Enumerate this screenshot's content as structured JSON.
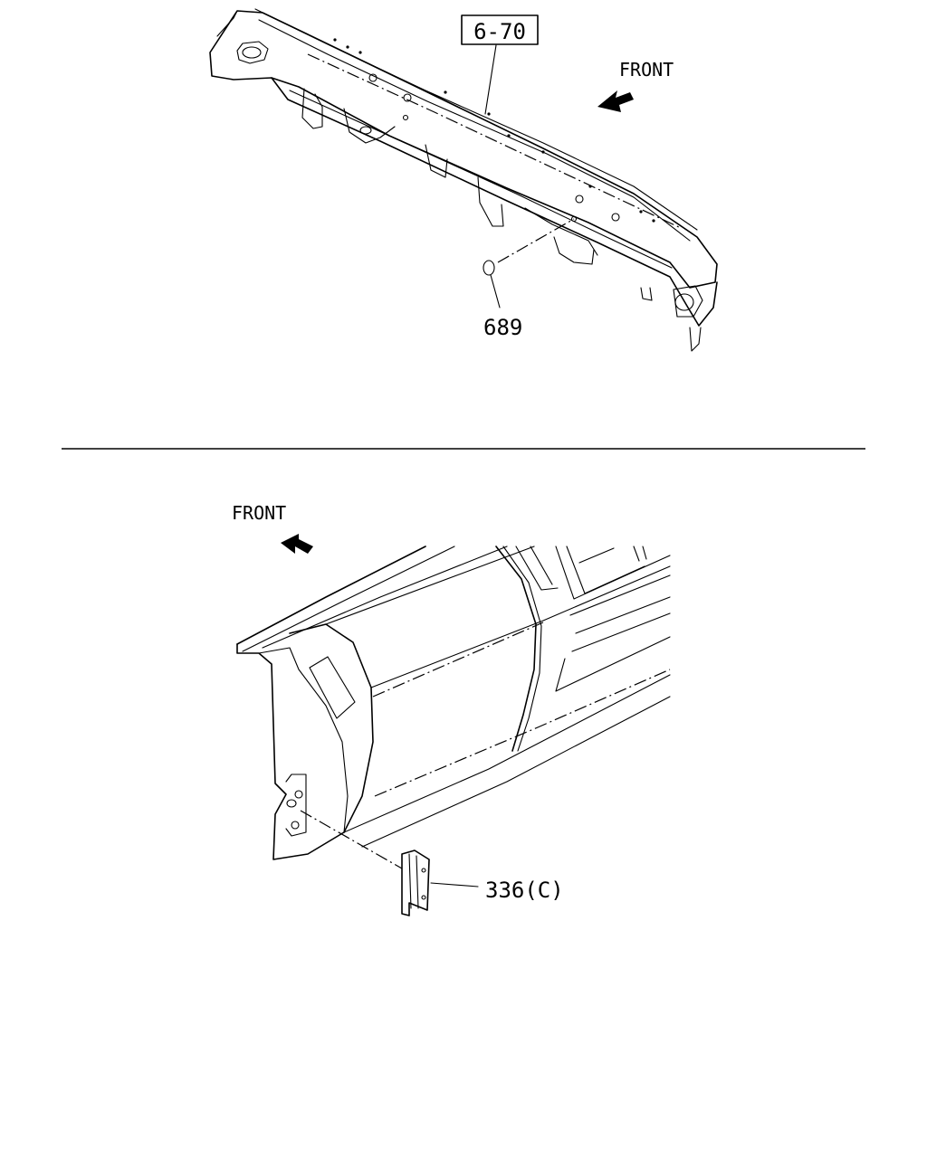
{
  "diagram": {
    "upper": {
      "front_label": "FRONT",
      "ref_box_label": "6-70",
      "part_label": "689"
    },
    "lower": {
      "front_label": "FRONT",
      "part_label": "336(C)"
    }
  }
}
